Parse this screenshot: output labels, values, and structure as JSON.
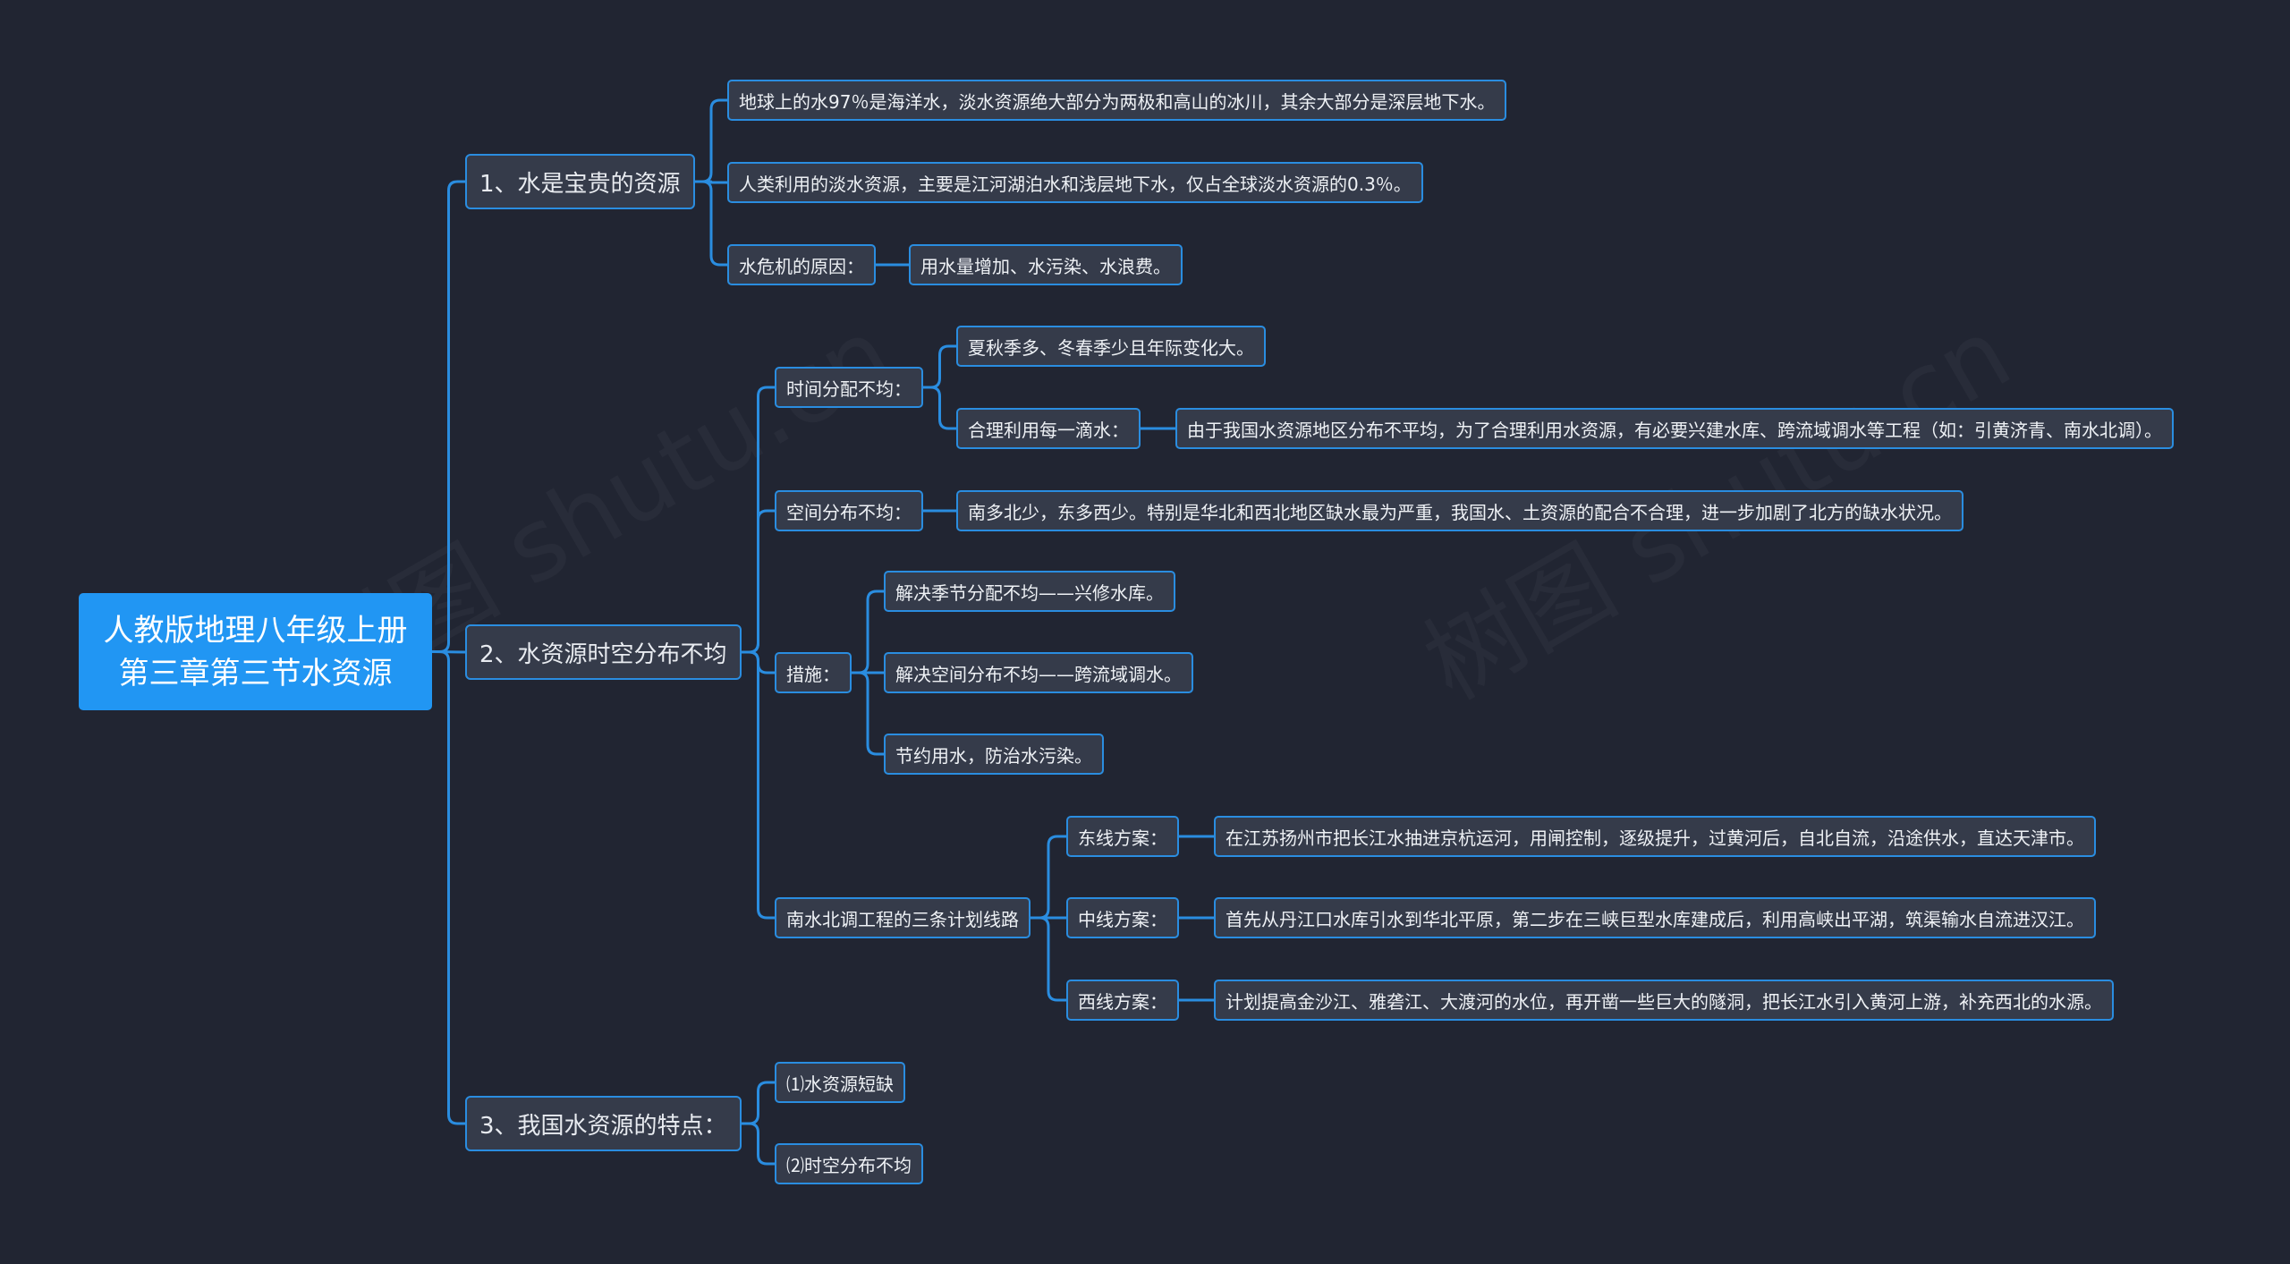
{
  "title": "人教版地理八年级上册第三章第三节水资源",
  "accent": "#2196f3",
  "line_color": "#2a8de0",
  "watermark": "树图 shutu.cn",
  "nodes": {
    "root": "人教版地理八年级上册第三章第三节水资源",
    "b1": "1、水是宝贵的资源",
    "b1_1": "地球上的水97％是海洋水，淡水资源绝大部分为两极和高山的冰川，其余大部分是深层地下水。",
    "b1_2": "人类利用的淡水资源，主要是江河湖泊水和浅层地下水，仅占全球淡水资源的0.3％。",
    "b1_3": "水危机的原因：",
    "b1_3_1": "用水量增加、水污染、水浪费。",
    "b2": "2、水资源时空分布不均",
    "b2_1": "时间分配不均：",
    "b2_1_1": "夏秋季多、冬春季少且年际变化大。",
    "b2_1_2": "合理利用每一滴水：",
    "b2_1_2_1": "由于我国水资源地区分布不平均，为了合理利用水资源，有必要兴建水库、跨流域调水等工程（如：引黄济青、南水北调）。",
    "b2_2": "空间分布不均：",
    "b2_2_1": "南多北少，东多西少。特别是华北和西北地区缺水最为严重，我国水、土资源的配合不合理，进一步加剧了北方的缺水状况。",
    "b2_3": "措施：",
    "b2_3_1": "解决季节分配不均——兴修水库。",
    "b2_3_2": "解决空间分布不均——跨流域调水。",
    "b2_3_3": "节约用水，防治水污染。",
    "b2_4": "南水北调工程的三条计划线路",
    "b2_4_1": "东线方案：",
    "b2_4_1_1": "在江苏扬州市把长江水抽进京杭运河，用闸控制，逐级提升，过黄河后，自北自流，沿途供水，直达天津市。",
    "b2_4_2": "中线方案：",
    "b2_4_2_1": "首先从丹江口水库引水到华北平原，第二步在三峡巨型水库建成后，利用高峡出平湖，筑渠输水自流进汉江。",
    "b2_4_3": "西线方案：",
    "b2_4_3_1": "计划提高金沙江、雅砻江、大渡河的水位，再开凿一些巨大的隧洞，把长江水引入黄河上游，补充西北的水源。",
    "b3": "3、我国水资源的特点：",
    "b3_1": "⑴水资源短缺",
    "b3_2": "⑵时空分布不均"
  }
}
